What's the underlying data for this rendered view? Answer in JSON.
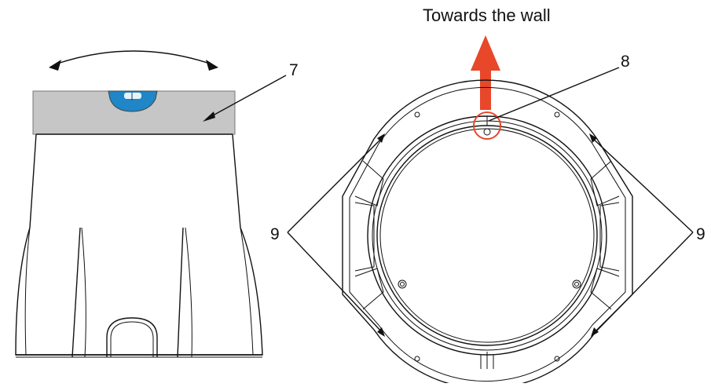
{
  "heading": "Towards the wall",
  "callouts": {
    "level": "7",
    "mark": "8",
    "left_clips": "9",
    "right_clips": "9"
  },
  "colors": {
    "arrow": "#e8472a",
    "level_bar": "#c6c6c6",
    "bubble_vial": "#1f86c8",
    "highlight_circle": "#e8472a",
    "line": "#111111"
  },
  "icons": {
    "tilt": "double-headed-curved-arrow",
    "direction": "up-arrow"
  }
}
